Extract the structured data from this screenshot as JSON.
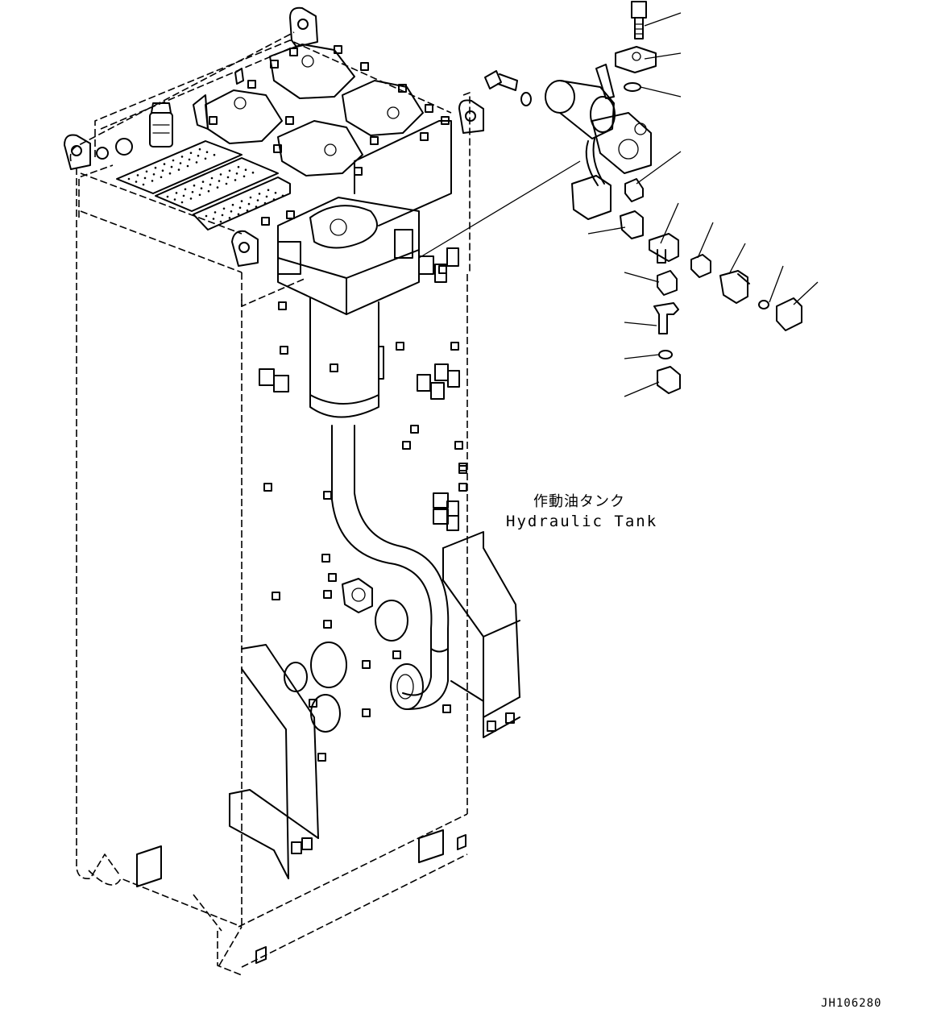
{
  "diagram": {
    "component_label_jp": "作動油タンク",
    "component_label_en": "Hydraulic Tank",
    "drawing_number": "JH106280"
  }
}
